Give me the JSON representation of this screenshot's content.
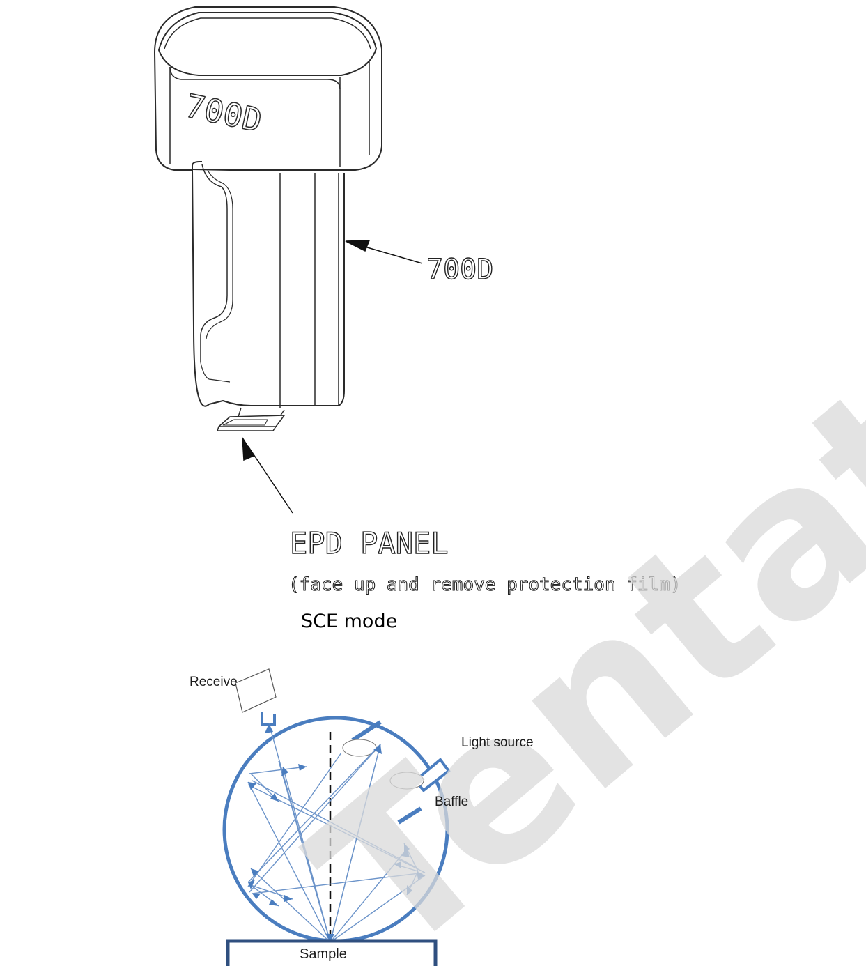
{
  "device": {
    "body_text": "700D",
    "callout_label": "700D"
  },
  "epd": {
    "title": "EPD PANEL",
    "subtitle": "(face up and remove protection film)"
  },
  "mode": {
    "title": "SCE mode"
  },
  "sphere_labels": {
    "receive": "Receive",
    "light_source": "Light source",
    "baffle": "Baffle",
    "sample": "Sample"
  },
  "watermark": {
    "text": "Tentative"
  },
  "colors": {
    "line": "#2a2a2a",
    "sphere": "#4a7dbf",
    "ray": "#6b93c9",
    "sample_border": "#2f4f7f",
    "watermark": "#d9d9d9"
  }
}
